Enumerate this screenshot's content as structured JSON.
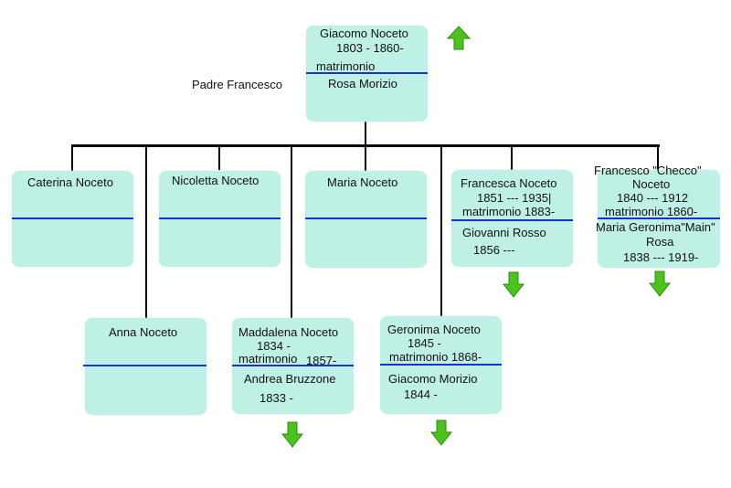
{
  "root": {
    "name": "Giacomo Noceto",
    "dates": "1803 - 1860-",
    "marriage": "matrimonio",
    "spouse": "Rosa Morizio",
    "father_note": "Padre Francesco"
  },
  "children": {
    "caterina": {
      "name": "Caterina Noceto"
    },
    "nicoletta": {
      "name": "Nicoletta Noceto"
    },
    "maria": {
      "name": "Maria Noceto"
    },
    "francesca": {
      "name": "Francesca Noceto",
      "dates": "1851 --- 1935|",
      "marriage": "matrimonio 1883-",
      "spouse": "Giovanni Rosso",
      "spouse_dates": "1856 ---"
    },
    "francesco": {
      "name_line1": "Francesco \"Checco\"",
      "name_line2": "Noceto",
      "dates": "1840 --- 1912",
      "marriage": "matrimonio  1860-",
      "spouse_line1": "Maria Geronima\"Main\"",
      "spouse_line2": "Rosa",
      "spouse_dates": "1838 --- 1919-"
    },
    "anna": {
      "name": "Anna Noceto"
    },
    "maddalena": {
      "name": "Maddalena Noceto",
      "dates": "1834 -",
      "marriage": "matrimonio",
      "marriage_year": "1857-",
      "spouse": "Andrea Bruzzone",
      "spouse_dates": "1833 -"
    },
    "geronima": {
      "name": "Geronima Noceto",
      "dates": "1845 -",
      "marriage": "matrimonio 1868-",
      "spouse": "Giacomo Morizio",
      "spouse_dates": "1844 -"
    }
  },
  "colors": {
    "box": "#bff0e6",
    "separator": "#1c2fc7",
    "arrow": "#4cc21f"
  },
  "icons": {
    "up": "arrow-up-icon",
    "down": "arrow-down-icon"
  }
}
